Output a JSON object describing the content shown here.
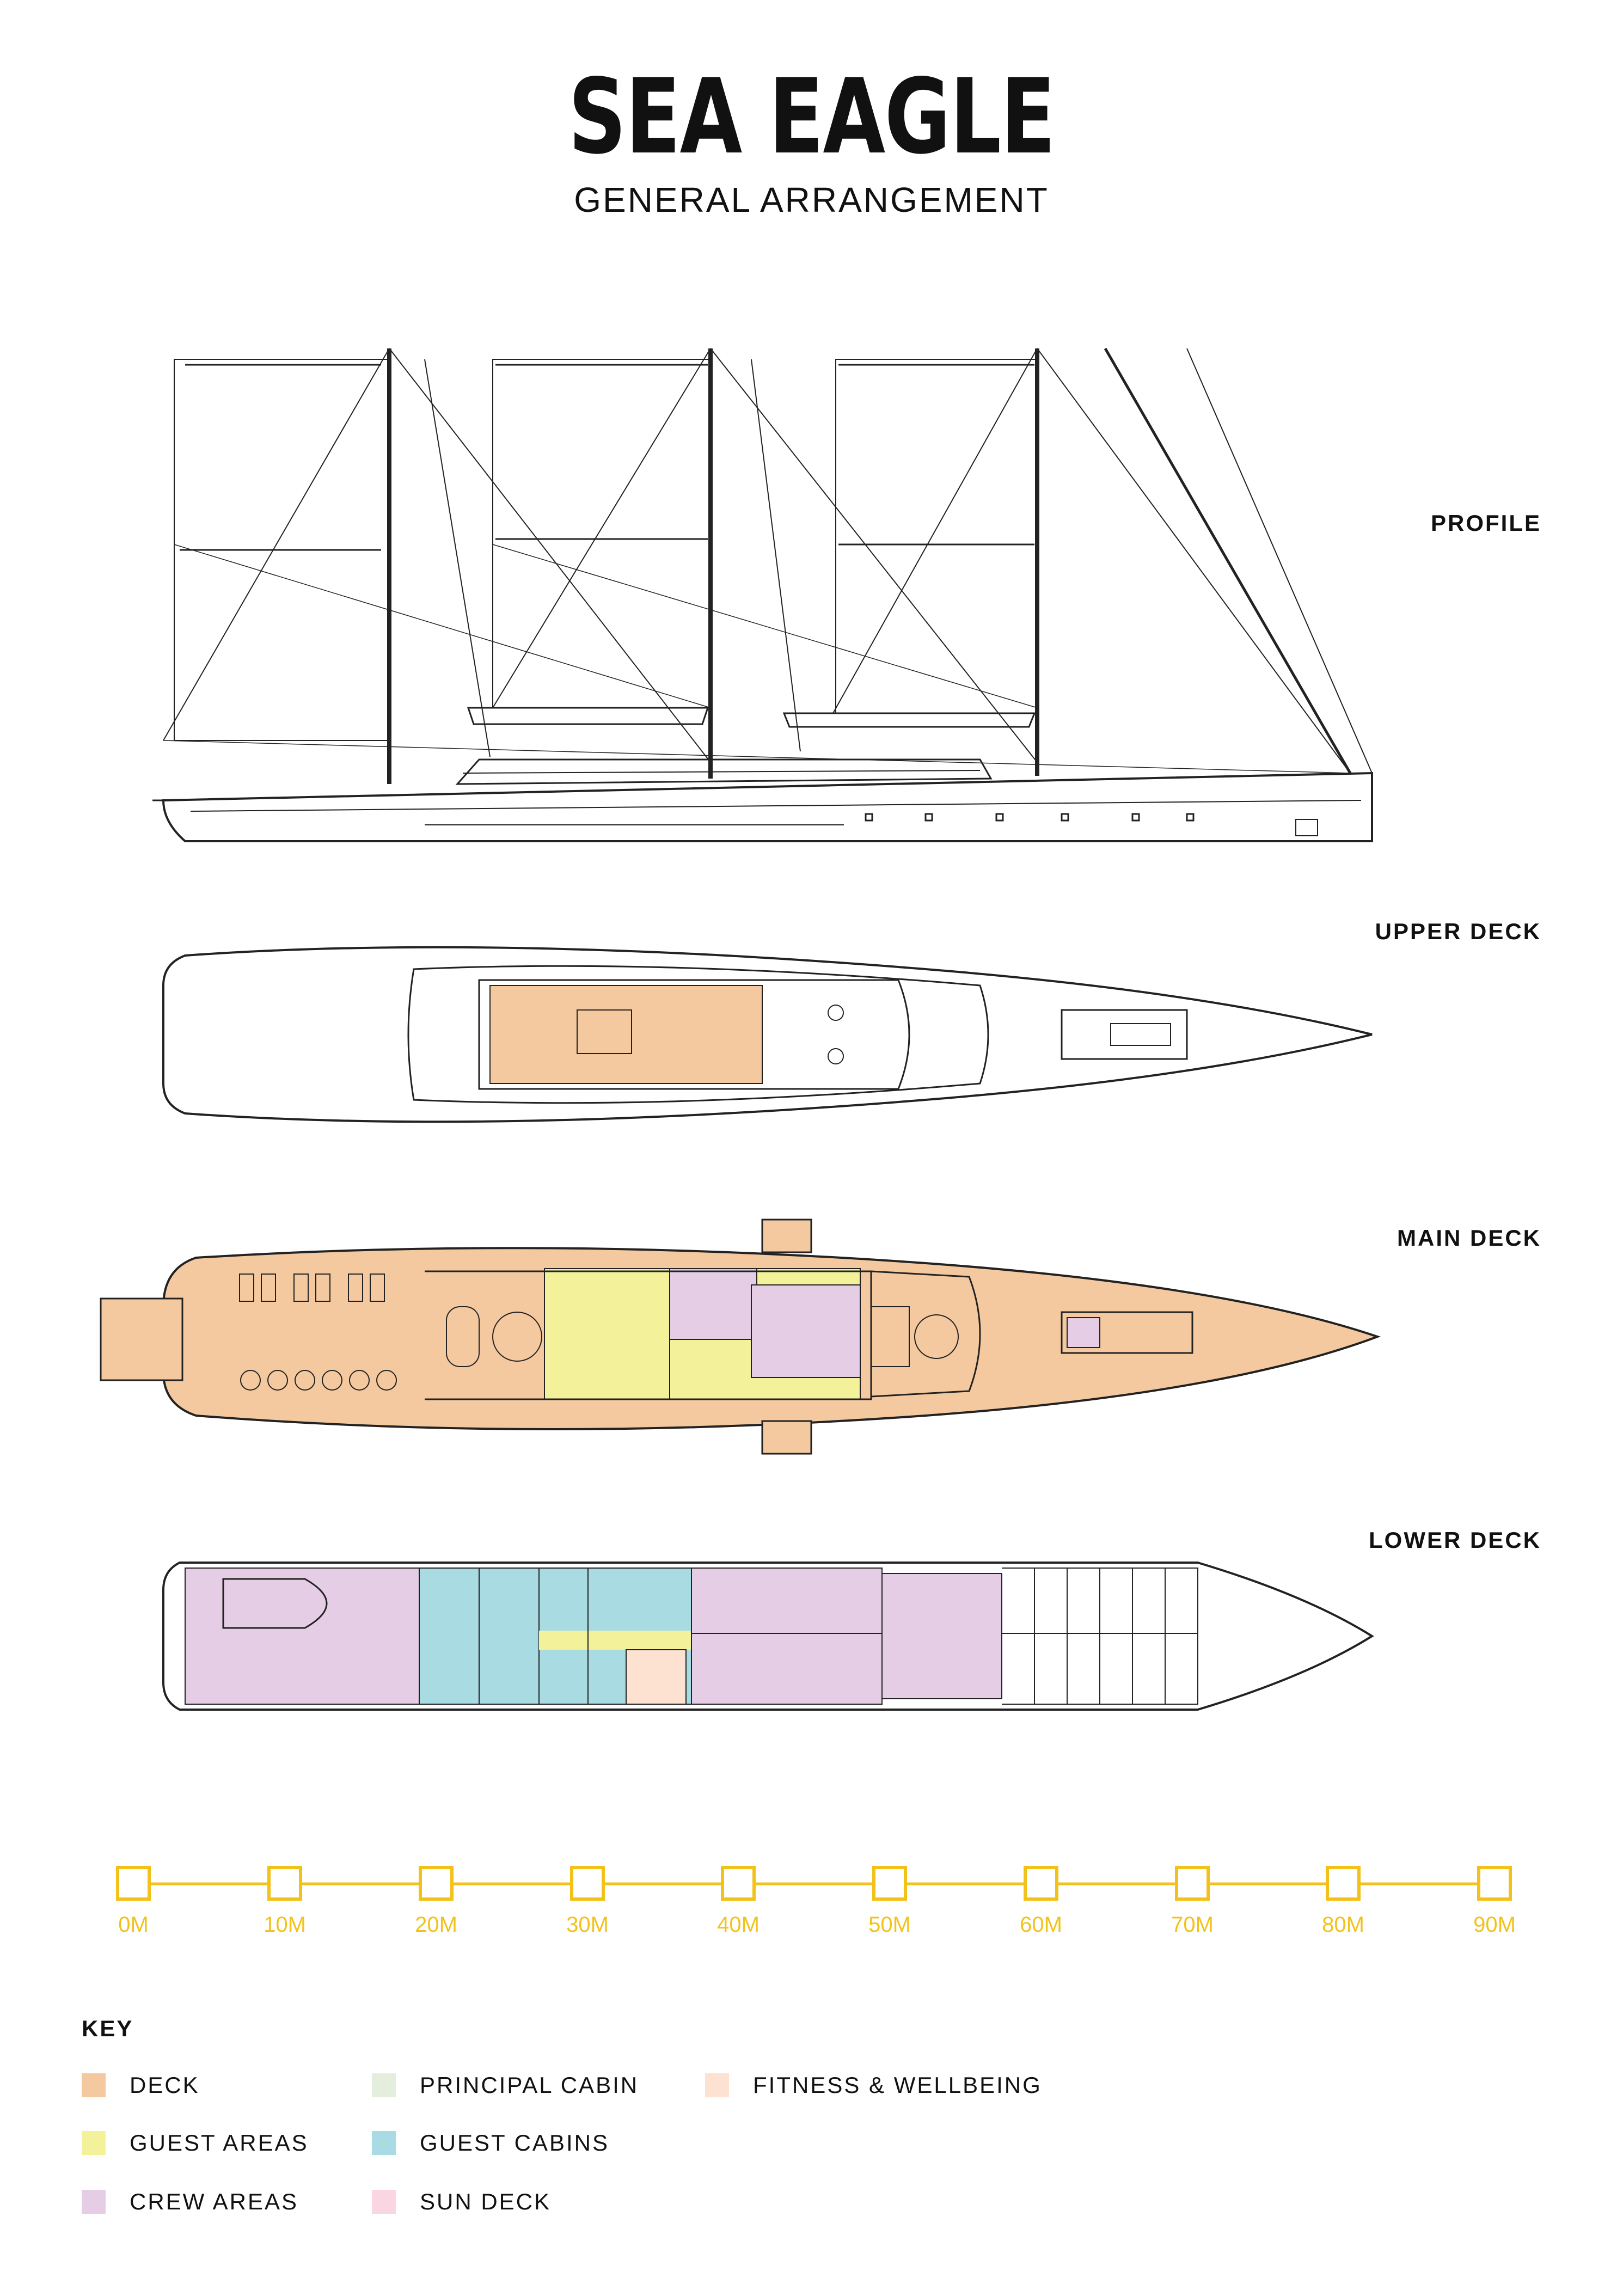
{
  "header": {
    "title": "SEA EAGLE",
    "subtitle": "GENERAL ARRANGEMENT"
  },
  "sections": {
    "profile": "PROFILE",
    "upper_deck": "UPPER DECK",
    "main_deck": "MAIN DECK",
    "lower_deck": "LOWER DECK"
  },
  "scale": {
    "color": "#f2c21b",
    "labels": [
      "0M",
      "10M",
      "20M",
      "30M",
      "40M",
      "50M",
      "60M",
      "70M",
      "80M",
      "90M"
    ]
  },
  "key": {
    "title": "KEY",
    "items": [
      {
        "label": "DECK",
        "color": "#f4c9a0"
      },
      {
        "label": "GUEST AREAS",
        "color": "#f3f29a"
      },
      {
        "label": "CREW AREAS",
        "color": "#e6cde6"
      },
      {
        "label": "PRINCIPAL CABIN",
        "color": "#e3efdc"
      },
      {
        "label": "GUEST CABINS",
        "color": "#a9dbe3"
      },
      {
        "label": "SUN DECK",
        "color": "#f9d6e1"
      },
      {
        "label": "FITNESS & WELLBEING",
        "color": "#fde1d1"
      }
    ]
  }
}
